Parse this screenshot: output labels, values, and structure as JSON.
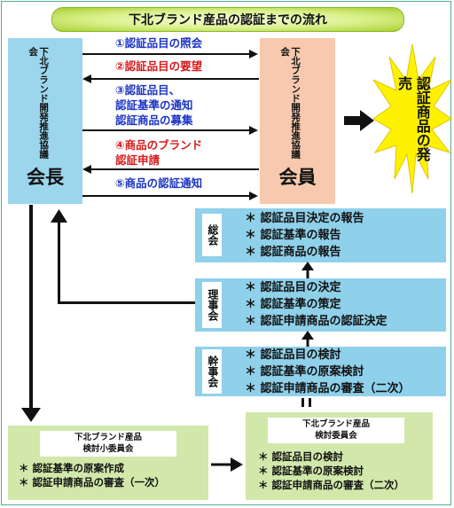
{
  "title": "下北ブランド産品の認証までの流れ",
  "left_party": {
    "org": "下北ブランド開発推進協議会",
    "role": "会長"
  },
  "right_party": {
    "org": "下北ブランド開発推進協議会",
    "role": "会員"
  },
  "messages": [
    {
      "text": "①認証品目の照会",
      "direction": "right",
      "color": "blue"
    },
    {
      "text": "②認証品目の要望",
      "direction": "left",
      "color": "red"
    },
    {
      "text": "③認証品目、\n認証基準の通知\n認証商品の募集",
      "direction": "right",
      "color": "blue"
    },
    {
      "text": "④商品のブランド\n認証申請",
      "direction": "left",
      "color": "red"
    },
    {
      "text": "⑤商品の認証通知",
      "direction": "right",
      "color": "blue"
    }
  ],
  "launch": "認証商品の発売",
  "sokai": {
    "label": "総会",
    "items": [
      "＊ 認証品目決定の報告",
      "＊ 認証基準の報告",
      "＊ 認証商品の報告"
    ]
  },
  "rijikai": {
    "label": "理事会",
    "items": [
      "＊ 認証品目の決定",
      "＊ 認証基準の策定",
      "＊ 認証申請商品の認証決定"
    ]
  },
  "kanjikai": {
    "label": "幹事会",
    "items": [
      "＊ 認証品目の検討",
      "＊ 認証基準の原案検討",
      "＊ 認証申請商品の審査（二次）"
    ]
  },
  "sub_committee": {
    "title": "下北ブランド産品\n検討小委員会",
    "items": [
      "＊ 認証基準の原案作成",
      "＊ 認証申請商品の審査（一次）"
    ]
  },
  "committee": {
    "title": "下北ブランド産品\n検討委員会",
    "items": [
      "＊ 認証品目の検討",
      "＊ 認証基準の原案検討",
      "＊ 認証申請商品の審査（二次）"
    ]
  },
  "colors": {
    "blue_text": "#1a33c4",
    "red_text": "#d61a1a",
    "panel_blue": "#8fd0ea",
    "panel_green": "#d1e8aa",
    "left_box": "#9bd6ec",
    "right_box": "#f8c9ae",
    "starburst": "#fff200"
  }
}
